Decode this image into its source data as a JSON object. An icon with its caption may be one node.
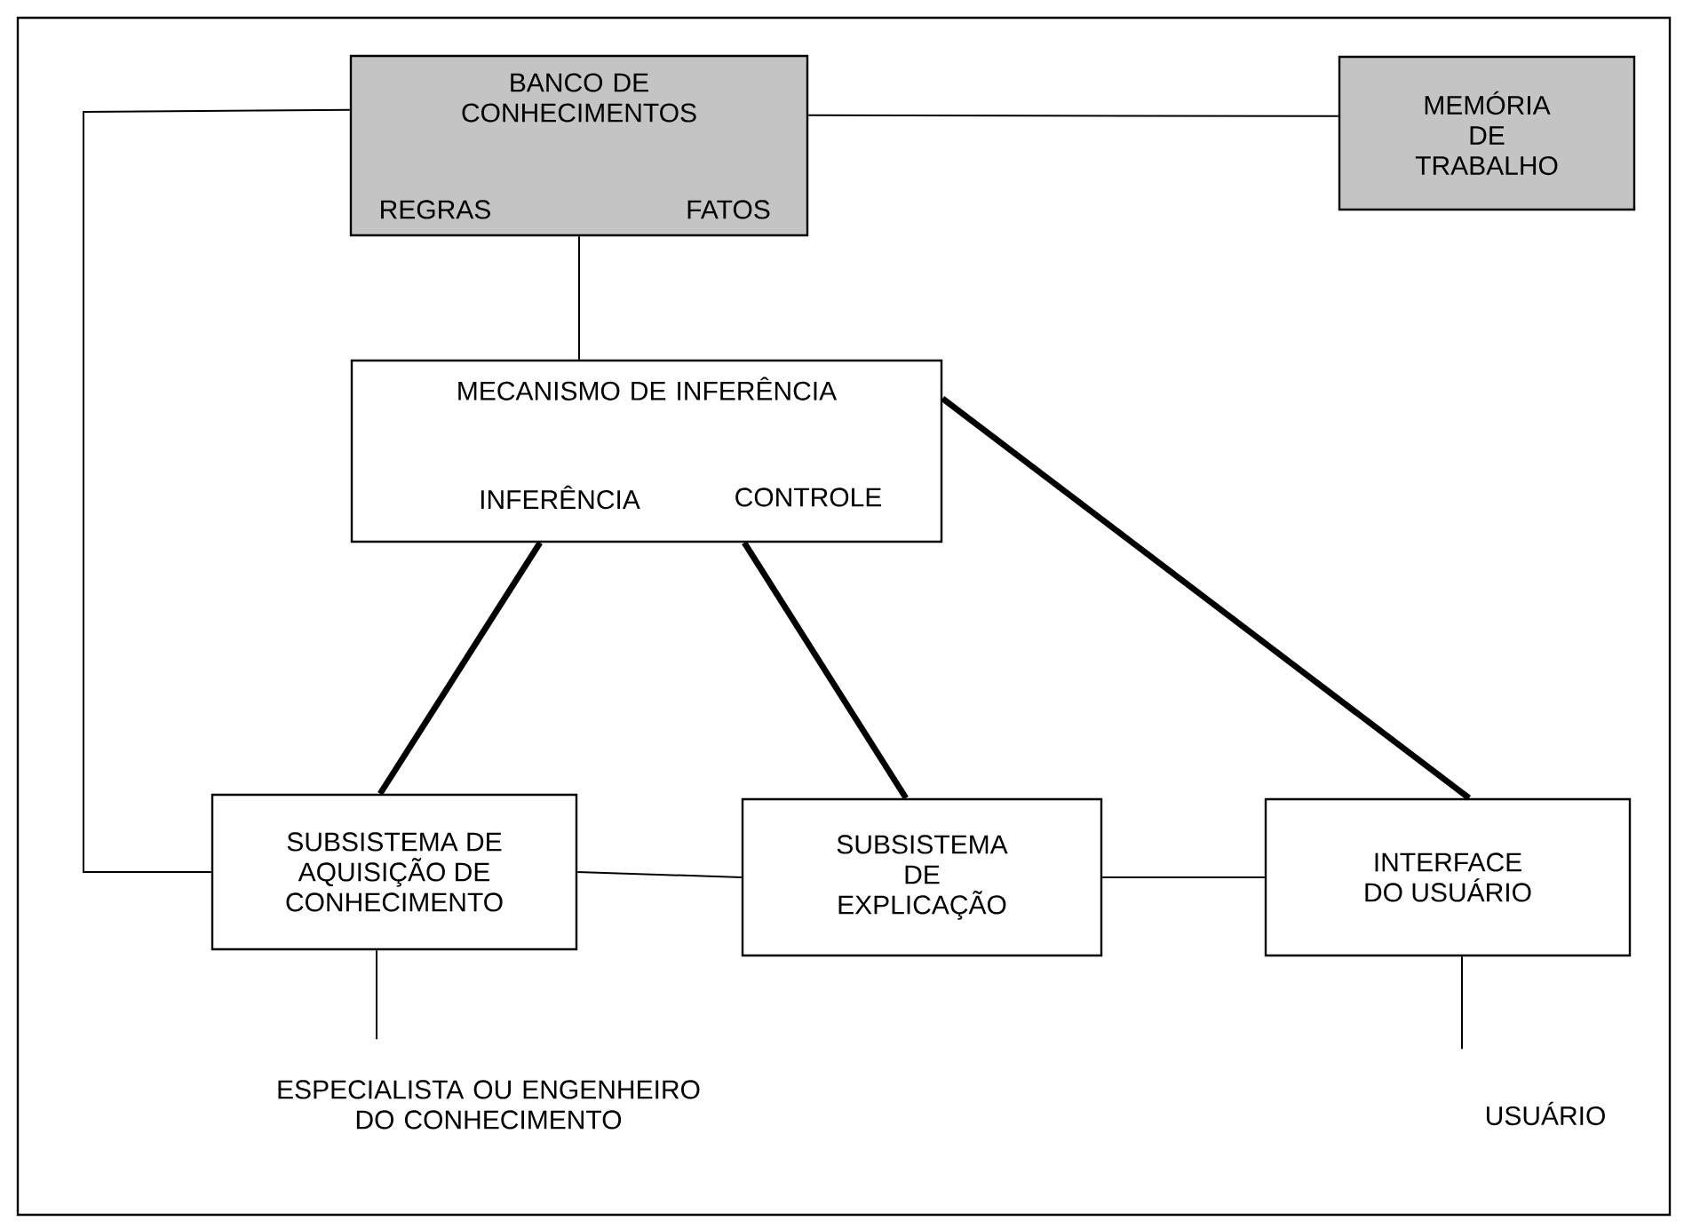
{
  "diagram": {
    "nodes": [
      {
        "text": [
          "BANCO DE CONHECIMENTOS",
          "REGRAS",
          "FATOS"
        ]
      },
      {
        "text": [
          "MEMÓRIA DE TRABALHO"
        ]
      },
      {
        "text": [
          "MECANISMO DE INFERÊNCIA",
          "INFERÊNCIA",
          "CONTROLE"
        ]
      },
      {
        "text": [
          "SUBSISTEMA DE AQUISIÇÃO DE CONHECIMENTO"
        ]
      },
      {
        "text": [
          "SUBSISTEMA DE EXPLICAÇÃO"
        ]
      },
      {
        "text": [
          "INTERFACE DO USUÁRIO"
        ]
      },
      {
        "text": [
          "ESPECIALISTA OU ENGENHEIRO DO CONHECIMENTO"
        ]
      },
      {
        "text": [
          "USUÁRIO"
        ]
      }
    ],
    "edges": [
      {
        "from": 0,
        "to": 1,
        "arrow": "none"
      },
      {
        "from": 0,
        "to": 2,
        "arrow": "none"
      },
      {
        "from": 0,
        "to": 3,
        "arrow": "none"
      },
      {
        "from": 2,
        "to": 3,
        "arrow": "none",
        "style": "thick"
      },
      {
        "from": 2,
        "to": 4,
        "arrow": "none",
        "style": "thick"
      },
      {
        "from": 2,
        "to": 5,
        "arrow": "none",
        "style": "thick"
      },
      {
        "from": 3,
        "to": 4,
        "arrow": "none"
      },
      {
        "from": 4,
        "to": 5,
        "arrow": "none"
      },
      {
        "from": 3,
        "to": 6,
        "arrow": "none"
      },
      {
        "from": 5,
        "to": 7,
        "arrow": "none"
      }
    ]
  }
}
